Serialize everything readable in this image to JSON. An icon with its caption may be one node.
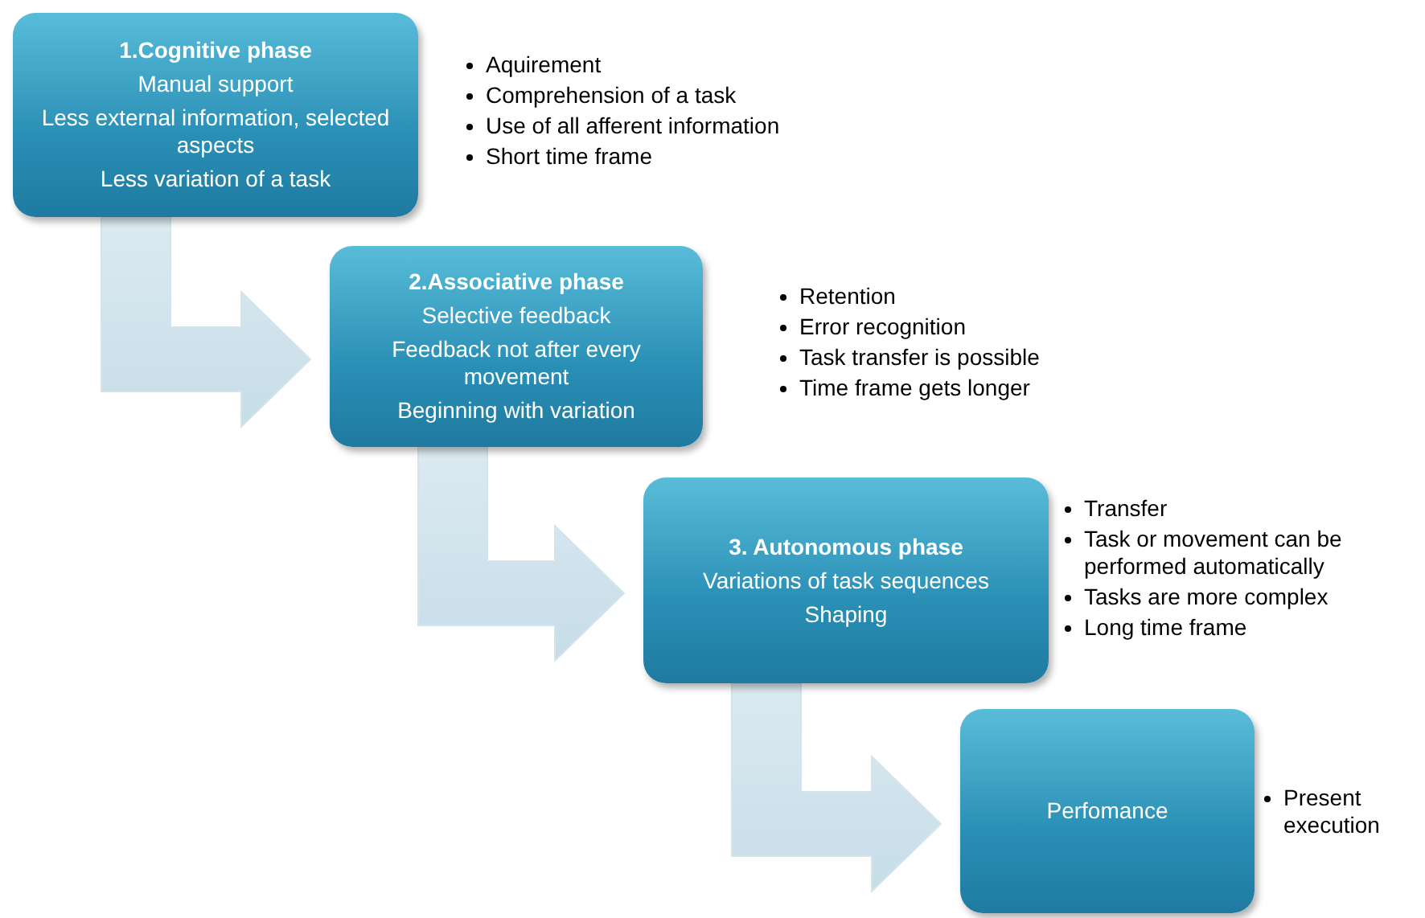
{
  "diagram": {
    "nodes": [
      {
        "text": [
          "1.Cognitive phase",
          "Manual support",
          "Less external information, selected aspects",
          "Less variation of a task"
        ],
        "beside": [
          "Aquirement",
          "Comprehension of a task",
          "Use of all afferent information",
          "Short time frame"
        ]
      },
      {
        "text": [
          "2.Associative phase",
          "Selective feedback",
          "Feedback not after every movement",
          "Beginning with variation"
        ],
        "beside": [
          "Retention",
          "Error recognition",
          "Task transfer is possible",
          "Time frame gets longer"
        ]
      },
      {
        "text": [
          "3. Autonomous phase",
          "Variations of task sequences",
          "Shaping"
        ],
        "beside": [
          "Transfer",
          "Task or movement can be performed automatically",
          "Tasks are more complex",
          "Long time frame"
        ]
      },
      {
        "text": [
          "Perfomance"
        ],
        "beside": [
          "Present execution"
        ]
      }
    ],
    "edges": [
      {
        "from": 0,
        "to": 1,
        "arrow": "to"
      },
      {
        "from": 1,
        "to": 2,
        "arrow": "to"
      },
      {
        "from": 2,
        "to": 3,
        "arrow": "to"
      }
    ]
  }
}
